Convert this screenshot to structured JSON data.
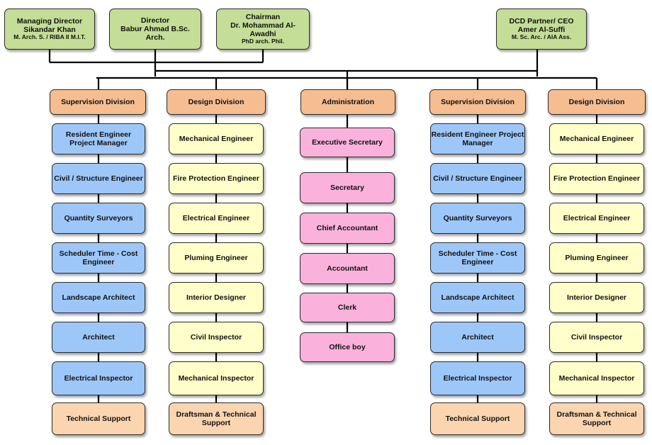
{
  "executives": [
    {
      "name": "md",
      "lines": [
        "Managing Director",
        "Sikandar Khan"
      ],
      "sub": "M. Arch. S. / RIBA II M.I.T."
    },
    {
      "name": "director",
      "lines": [
        "Director",
        "Babur Ahmad B.Sc.",
        "Arch."
      ],
      "sub": ""
    },
    {
      "name": "chairman",
      "lines": [
        "Chairman",
        "Dr. Mohammad Al-",
        "Awadhi"
      ],
      "sub": "PhD arch. Phil."
    },
    {
      "name": "ceo",
      "lines": [
        "DCD Partner/ CEO",
        "Amer Al-Suffi"
      ],
      "sub": "M. Sc. Arc. / AIA Ass."
    }
  ],
  "columns": [
    {
      "key": "supervision-left",
      "title": "Supervision Division",
      "items": [
        "Resident Engineer Project Manager",
        "Civil / Structure Engineer",
        "Quantity Surveyors",
        "Scheduler Time - Cost Engineer",
        "Landscape Architect",
        "Architect",
        "Electrical Inspector",
        "Technical Support"
      ]
    },
    {
      "key": "design-left",
      "title": "Design Division",
      "items": [
        "Mechanical Engineer",
        "Fire Protection Engineer",
        "Electrical Engineer",
        "Pluming Engineer",
        "Interior Designer",
        "Civil Inspector",
        "Mechanical Inspector",
        "Draftsman & Technical Support"
      ]
    },
    {
      "key": "administration",
      "title": "Administration",
      "items": [
        "Executive Secretary",
        "Secretary",
        "Chief Accountant",
        "Accountant",
        "Clerk",
        "Office boy"
      ]
    },
    {
      "key": "supervision-right",
      "title": "Supervision Division",
      "items": [
        "Resident Engineer Project Manager",
        "Civil / Structure Engineer",
        "Quantity Surveyors",
        "Scheduler Time - Cost Engineer",
        "Landscape Architect",
        "Architect",
        "Electrical Inspector",
        "Technical Support"
      ]
    },
    {
      "key": "design-right",
      "title": "Design Division",
      "items": [
        "Mechanical Engineer",
        "Fire Protection Engineer",
        "Electrical Engineer",
        "Pluming Engineer",
        "Interior Designer",
        "Civil Inspector",
        "Mechanical Inspector",
        "Draftsman & Technical Support"
      ]
    }
  ],
  "colors": {
    "executive": "#c4dd97",
    "division_head": "#f6bd91",
    "supervision_role": "#9dc7f9",
    "design_role": "#ffffc9",
    "admin_role": "#fab2dc",
    "support_role": "#fbd5b0"
  }
}
